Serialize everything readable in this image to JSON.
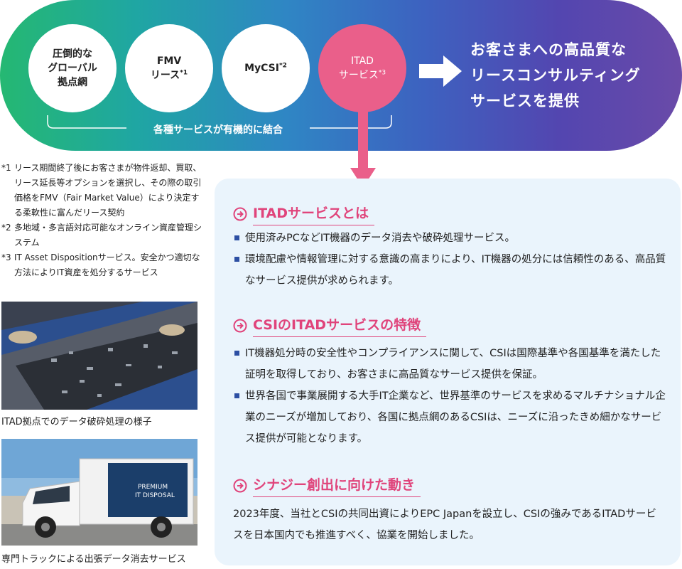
{
  "banner": {
    "circles": [
      {
        "line1": "圧倒的な",
        "line2": "グローバル",
        "line3": "拠点網"
      },
      {
        "line1": "FMV",
        "line2": "リース",
        "sup": "*1"
      },
      {
        "line1": "MyCSI",
        "sup": "*2"
      },
      {
        "line1": "ITAD",
        "line2": "サービス",
        "sup": "*3"
      }
    ],
    "bracket_label": "各種サービスが有機的に結合",
    "result_lines": [
      "お客さまへの高品質な",
      "リースコンサルティング",
      "サービスを提供"
    ],
    "accent_color": "#ea5f8a"
  },
  "notes": [
    {
      "mark": "*1",
      "text": "リース期間終了後にお客さまが物件返却、買取、リース延長等オプションを選択し、その際の取引価格をFMV（Fair Market Value）により決定する柔軟性に富んだリース契約"
    },
    {
      "mark": "*2",
      "text": "多地域・多言語対応可能なオンライン資産管理システム"
    },
    {
      "mark": "*3",
      "text": "IT Asset Dispositionサービス。安全かつ適切な方法によりIT資産を処分するサービス"
    }
  ],
  "photos": [
    {
      "caption": "ITAD拠点でのデータ破砕処理の様子"
    },
    {
      "caption": "専門トラックによる出張データ消去サービス",
      "truck_text1": "PREMIUM",
      "truck_text2": "IT DISPOSAL"
    }
  ],
  "sections": [
    {
      "title": "ITADサービスとは",
      "bullets": [
        "使用済みPCなどIT機器のデータ消去や破砕処理サービス。",
        "環境配慮や情報管理に対する意識の高まりにより、IT機器の処分には信頼性のある、高品質なサービス提供が求められます。"
      ]
    },
    {
      "title": "CSIのITADサービスの特徴",
      "bullets": [
        "IT機器処分時の安全性やコンプライアンスに関して、CSIは国際基準や各国基準を満たした証明を取得しており、お客さまに高品質なサービス提供を保証。",
        "世界各国で事業展開する大手IT企業など、世界基準のサービスを求めるマルチナショナル企業のニーズが増加しており、各国に拠点網のあるCSIは、ニーズに沿ったきめ細かなサービス提供が可能となります。"
      ]
    },
    {
      "title": "シナジー創出に向けた動き",
      "paragraph": "2023年度、当社とCSIの共同出資によりEPC Japanを設立し、CSIの強みであるITADサービスを日本国内でも推進すべく、協業を開始しました。"
    }
  ]
}
